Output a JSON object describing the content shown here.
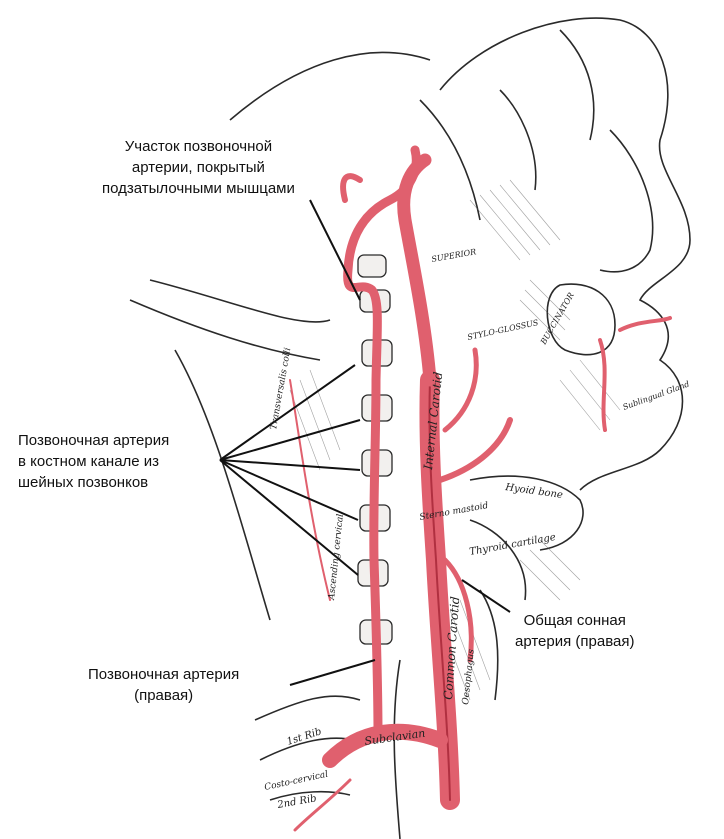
{
  "callouts": {
    "suboccipital": {
      "lines": [
        "Участок позвоночной",
        "артерии, покрытый",
        "подзатылочными мышцами"
      ]
    },
    "vertebral_canal": {
      "lines": [
        "Позвоночная артерия",
        "в костном канале из",
        "шейных позвонков"
      ]
    },
    "vertebral_right": {
      "lines": [
        "Позвоночная артерия",
        "(правая)"
      ]
    },
    "common_carotid": {
      "lines": [
        "Общая сонная",
        "артерия (правая)"
      ]
    }
  },
  "engraving_labels": {
    "internal_carotid": "Internal Carotid",
    "common_carotid": "Common Carotid",
    "subclavian": "Subclavian",
    "first_rib": "1st Rib",
    "second_rib": "2nd Rib",
    "costo_cervical": "Costo-cervical",
    "hyoid_bone": "Hyoid bone",
    "thyroid_cartilage": "Thyroid cartilage",
    "superior": "SUPERIOR",
    "stylo_glossus": "STYLO-GLOSSUS",
    "buccinator": "BUCCINATOR",
    "sublingual_gland": "Sublingual Gland",
    "sterno_mastoid": "Sterno mastoid",
    "transversalis_colli": "Transversalis colli",
    "ascending_cervical": "Ascending cervical",
    "oesophagus": "Oesophagus"
  },
  "colors": {
    "artery": "#e0606e",
    "artery_dark": "#b03040",
    "ink": "#2a2a2a",
    "paper": "#ffffff"
  }
}
